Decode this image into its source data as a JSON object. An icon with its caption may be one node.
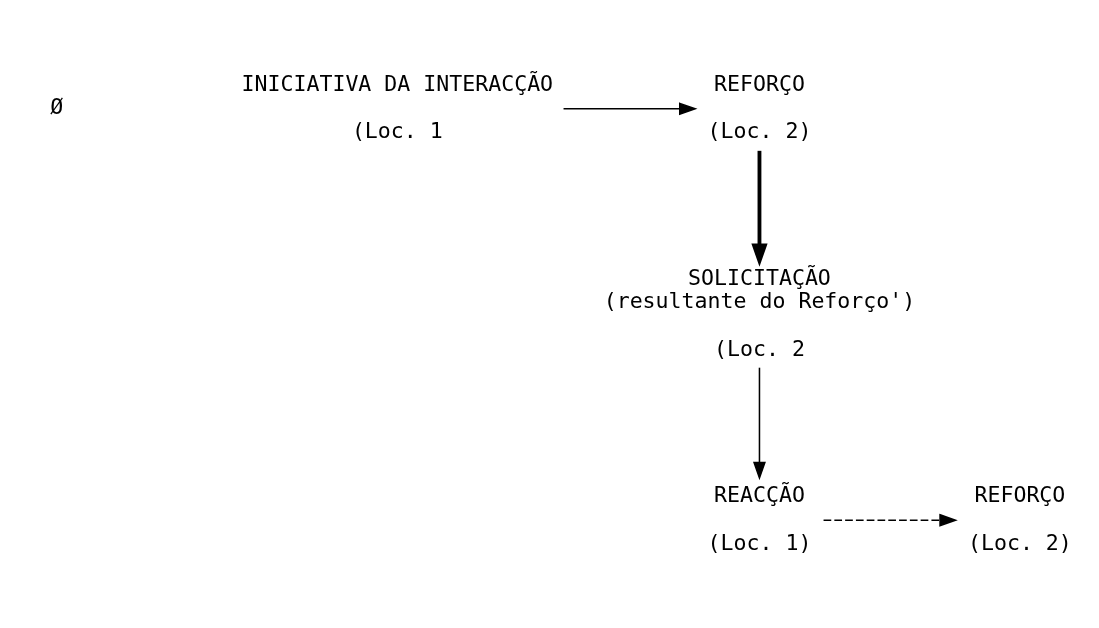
{
  "diagram": {
    "nodes": [
      {
        "text": [
          "INICIATIVA DA INTERACÇÃO"
        ],
        "beside": [
          "(Loc. 1"
        ]
      },
      {
        "text": [
          "REFORÇO"
        ],
        "beside": [
          "(Loc. 2)"
        ]
      },
      {
        "text": [
          "SOLICITAÇÃO",
          "(resultante do Reforço')"
        ],
        "beside": [
          "(Loc. 2"
        ]
      },
      {
        "text": [
          "REACÇÃO"
        ],
        "beside": [
          "(Loc. 1)"
        ]
      },
      {
        "text": [
          "REFORÇO"
        ],
        "beside": [
          "(Loc. 2)"
        ]
      }
    ],
    "edges": [
      {
        "from": 0,
        "to": 1,
        "arrow": "to"
      },
      {
        "from": 1,
        "to": 2,
        "arrow": "to",
        "style": "thick"
      },
      {
        "from": 2,
        "to": 3,
        "arrow": "to"
      },
      {
        "from": 3,
        "to": 4,
        "arrow": "to",
        "style": "dashed"
      }
    ],
    "labels": [
      "Ø"
    ]
  }
}
